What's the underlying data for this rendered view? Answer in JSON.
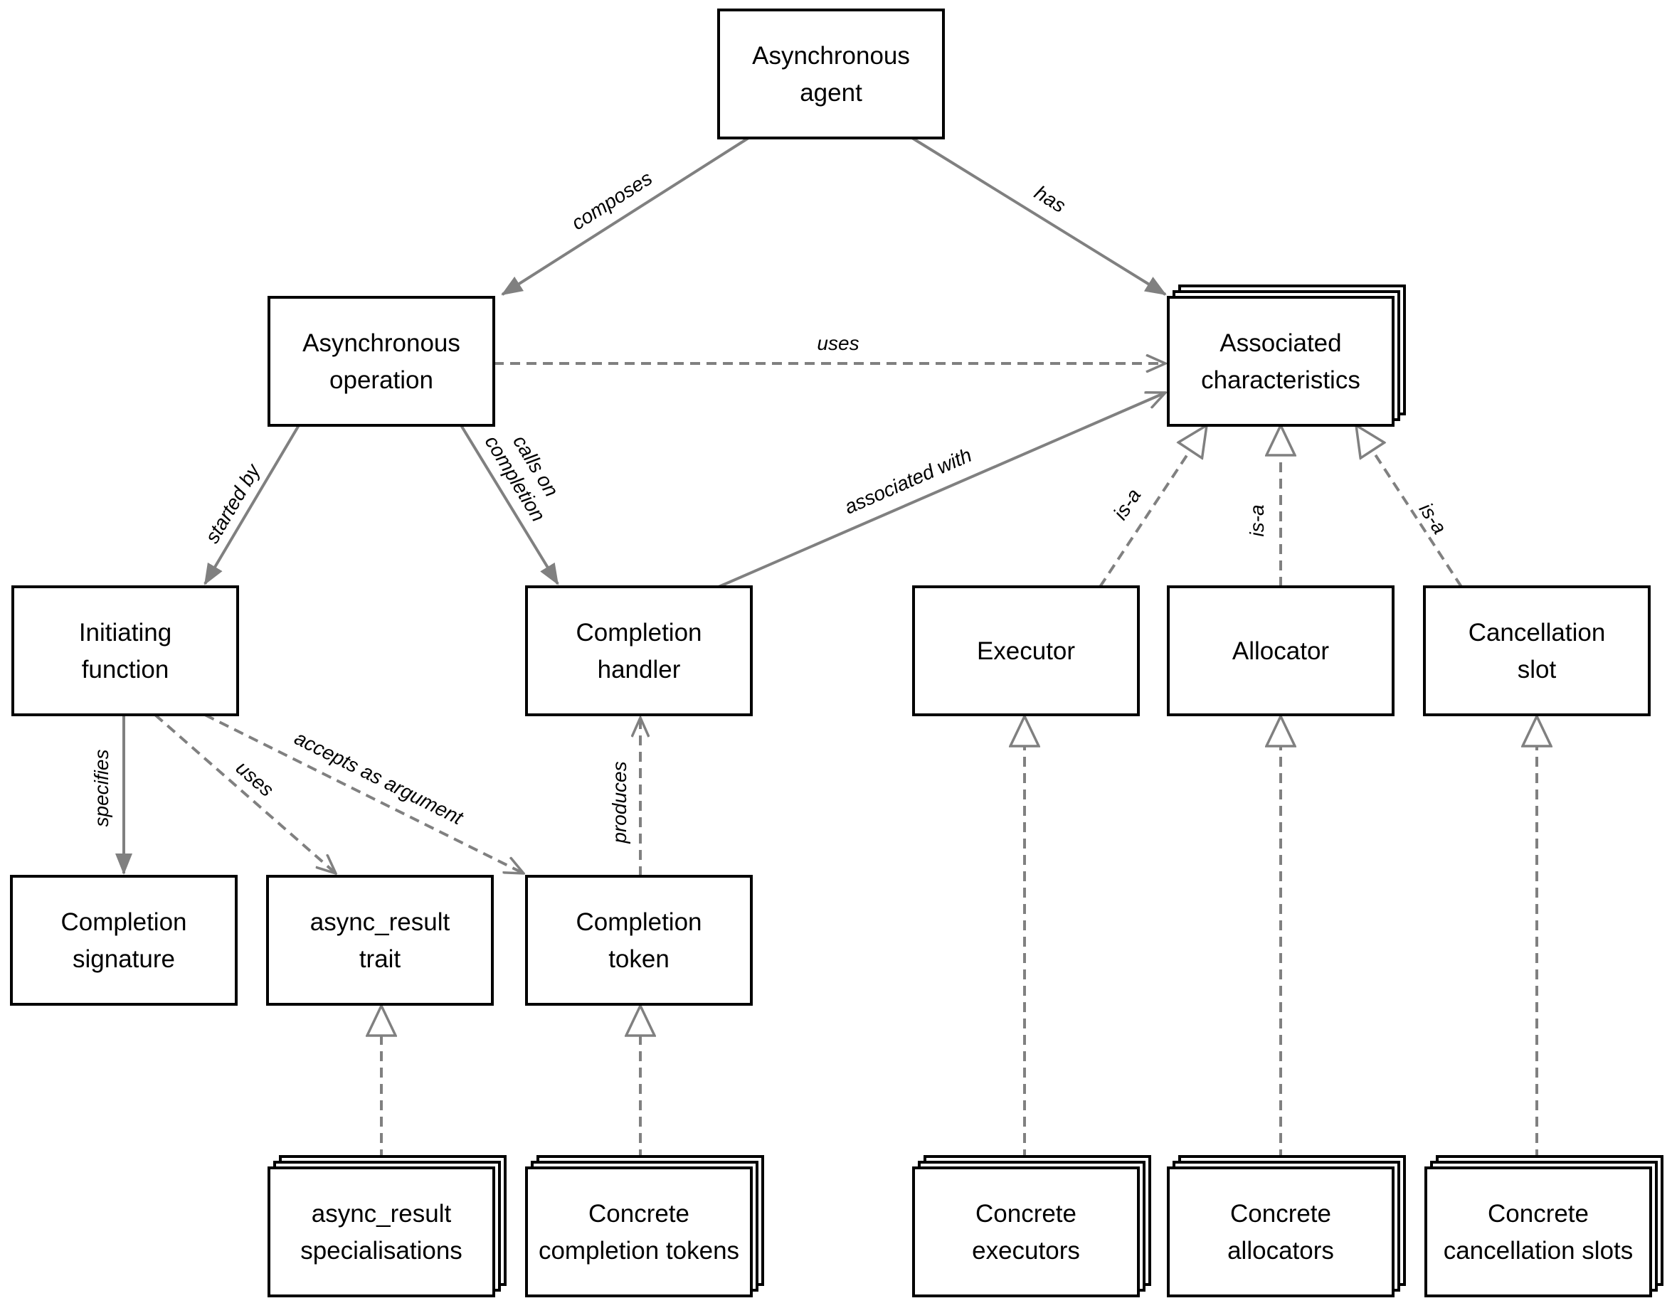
{
  "diagram": {
    "nodes": [
      {
        "id": "agent",
        "lines": [
          "Asynchronous",
          "agent"
        ],
        "stacked": false
      },
      {
        "id": "operation",
        "lines": [
          "Asynchronous",
          "operation"
        ],
        "stacked": false
      },
      {
        "id": "characteristics",
        "lines": [
          "Associated",
          "characteristics"
        ],
        "stacked": true
      },
      {
        "id": "initiating",
        "lines": [
          "Initiating",
          "function"
        ],
        "stacked": false
      },
      {
        "id": "handler",
        "lines": [
          "Completion",
          "handler"
        ],
        "stacked": false
      },
      {
        "id": "executor",
        "lines": [
          "Executor"
        ],
        "stacked": false
      },
      {
        "id": "allocator",
        "lines": [
          "Allocator"
        ],
        "stacked": false
      },
      {
        "id": "cancel_slot",
        "lines": [
          "Cancellation",
          "slot"
        ],
        "stacked": false
      },
      {
        "id": "signature",
        "lines": [
          "Completion",
          "signature"
        ],
        "stacked": false
      },
      {
        "id": "async_result",
        "lines": [
          "async_result",
          "trait"
        ],
        "stacked": false
      },
      {
        "id": "token",
        "lines": [
          "Completion",
          "token"
        ],
        "stacked": false
      },
      {
        "id": "async_result_specs",
        "lines": [
          "async_result",
          "specialisations"
        ],
        "stacked": true
      },
      {
        "id": "concrete_tokens",
        "lines": [
          "Concrete",
          "completion tokens"
        ],
        "stacked": true
      },
      {
        "id": "concrete_executors",
        "lines": [
          "Concrete",
          "executors"
        ],
        "stacked": true
      },
      {
        "id": "concrete_allocators",
        "lines": [
          "Concrete",
          "allocators"
        ],
        "stacked": true
      },
      {
        "id": "concrete_cancel_slots",
        "lines": [
          "Concrete",
          "cancellation slots"
        ],
        "stacked": true
      }
    ],
    "edges": [
      {
        "id": "composes",
        "from": "agent",
        "to": "operation",
        "label": "composes",
        "style": "solid",
        "head": "filled"
      },
      {
        "id": "has",
        "from": "agent",
        "to": "characteristics",
        "label": "has",
        "style": "solid",
        "head": "filled"
      },
      {
        "id": "uses-op",
        "from": "operation",
        "to": "characteristics",
        "label": "uses",
        "style": "dashed",
        "head": "open"
      },
      {
        "id": "started-by",
        "from": "operation",
        "to": "initiating",
        "label": "started by",
        "style": "solid",
        "head": "filled"
      },
      {
        "id": "calls-on-completion",
        "from": "operation",
        "to": "handler",
        "label": [
          "calls on",
          "completion"
        ],
        "style": "solid",
        "head": "filled"
      },
      {
        "id": "associated-with",
        "from": "handler",
        "to": "characteristics",
        "label": "associated with",
        "style": "solid",
        "head": "open"
      },
      {
        "id": "isa-executor",
        "from": "executor",
        "to": "characteristics",
        "label": "is-a",
        "style": "dashed",
        "head": "hollow-triangle"
      },
      {
        "id": "isa-allocator",
        "from": "allocator",
        "to": "characteristics",
        "label": "is-a",
        "style": "dashed",
        "head": "hollow-triangle"
      },
      {
        "id": "isa-cancel",
        "from": "cancel_slot",
        "to": "characteristics",
        "label": "is-a",
        "style": "dashed",
        "head": "hollow-triangle"
      },
      {
        "id": "specifies",
        "from": "initiating",
        "to": "signature",
        "label": "specifies",
        "style": "solid",
        "head": "filled"
      },
      {
        "id": "uses-init",
        "from": "initiating",
        "to": "async_result",
        "label": "uses",
        "style": "dashed",
        "head": "open"
      },
      {
        "id": "accepts-as-argument",
        "from": "initiating",
        "to": "token",
        "label": "accepts as argument",
        "style": "dashed",
        "head": "open"
      },
      {
        "id": "produces",
        "from": "token",
        "to": "handler",
        "label": "produces",
        "style": "dashed",
        "head": "open"
      },
      {
        "id": "real-async-result",
        "from": "async_result_specs",
        "to": "async_result",
        "label": "",
        "style": "dashed",
        "head": "hollow-triangle"
      },
      {
        "id": "real-token",
        "from": "concrete_tokens",
        "to": "token",
        "label": "",
        "style": "dashed",
        "head": "hollow-triangle"
      },
      {
        "id": "real-executor",
        "from": "concrete_executors",
        "to": "executor",
        "label": "",
        "style": "dashed",
        "head": "hollow-triangle"
      },
      {
        "id": "real-allocator",
        "from": "concrete_allocators",
        "to": "allocator",
        "label": "",
        "style": "dashed",
        "head": "hollow-triangle"
      },
      {
        "id": "real-cancel",
        "from": "concrete_cancel_slots",
        "to": "cancel_slot",
        "label": "",
        "style": "dashed",
        "head": "hollow-triangle"
      }
    ]
  },
  "colors": {
    "box_stroke": "#000000",
    "box_fill": "#ffffff",
    "edge": "#808080",
    "text": "#000000"
  }
}
